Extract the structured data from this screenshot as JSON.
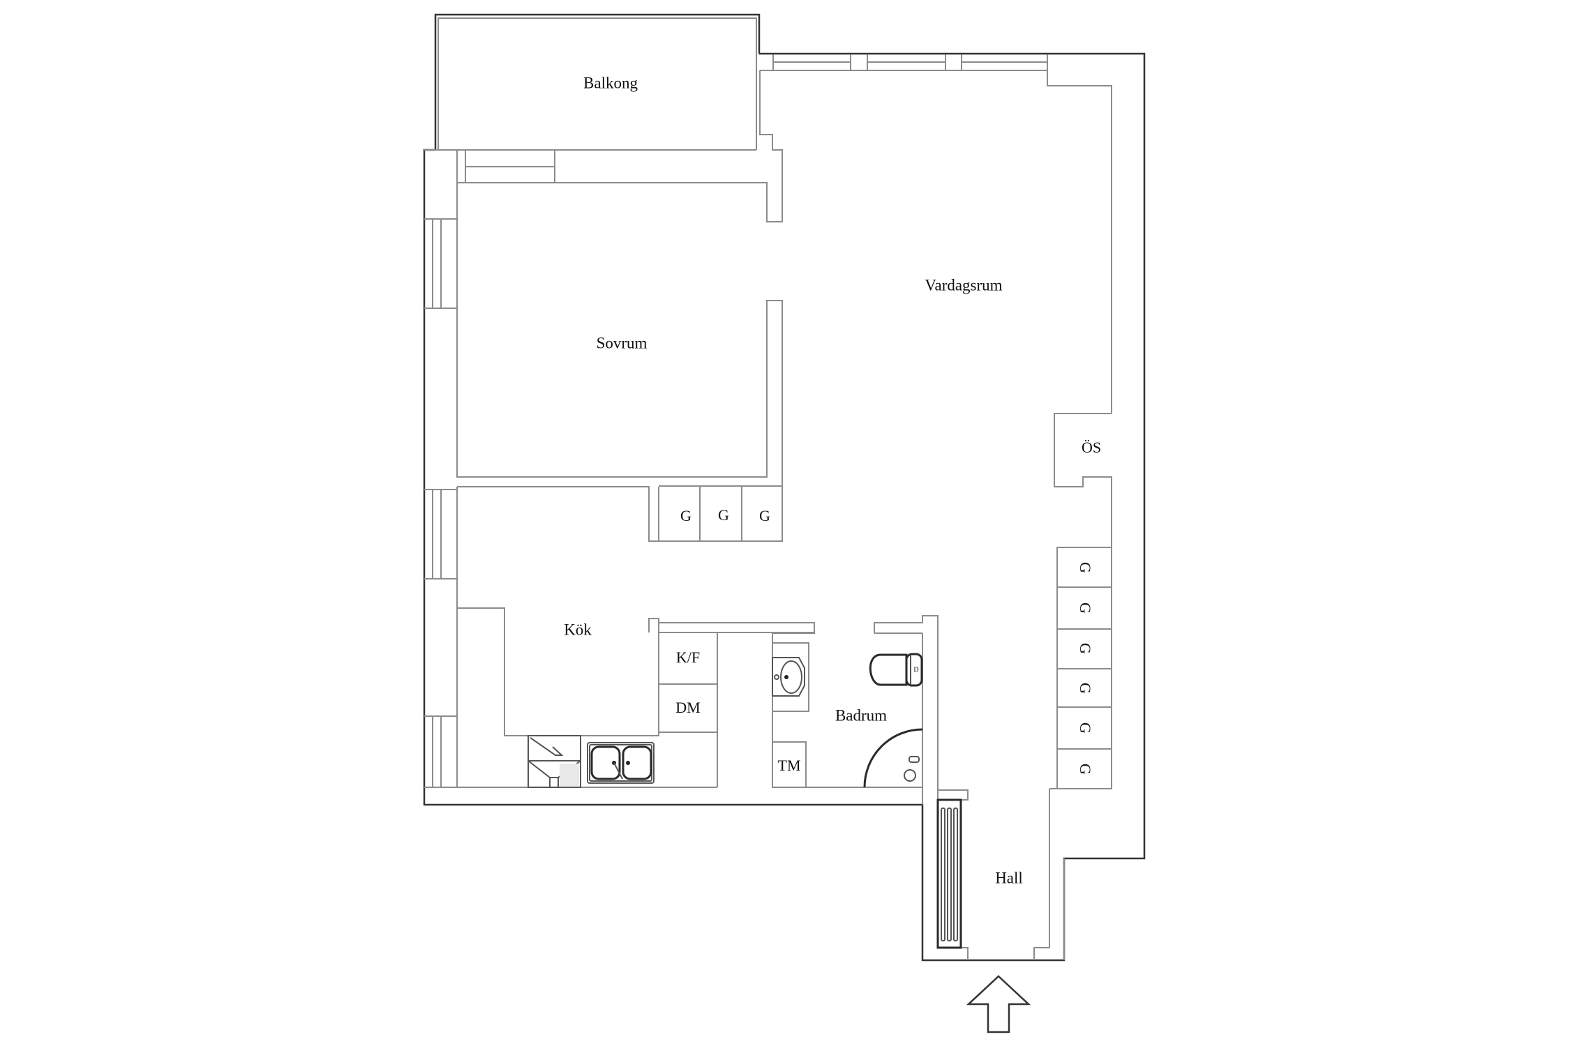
{
  "plan": {
    "rooms": {
      "balkong": "Balkong",
      "vardagsrum": "Vardagsrum",
      "sovrum": "Sovrum",
      "kok": "Kök",
      "badrum": "Badrum",
      "hall": "Hall"
    },
    "fixtures": {
      "os": "ÖS",
      "kf": "K/F",
      "dm": "DM",
      "tm": "TM",
      "wardrobe": "G"
    },
    "wardrobes_kitchen": [
      "G",
      "G",
      "G"
    ],
    "wardrobes_living": [
      "G",
      "G",
      "G",
      "G",
      "G",
      "G"
    ],
    "entrance_icon": "up-arrow-icon",
    "colors": {
      "background": "#ffffff",
      "wall_line": "#8c8c8c",
      "outer_line": "#333333",
      "text": "#111111"
    }
  }
}
